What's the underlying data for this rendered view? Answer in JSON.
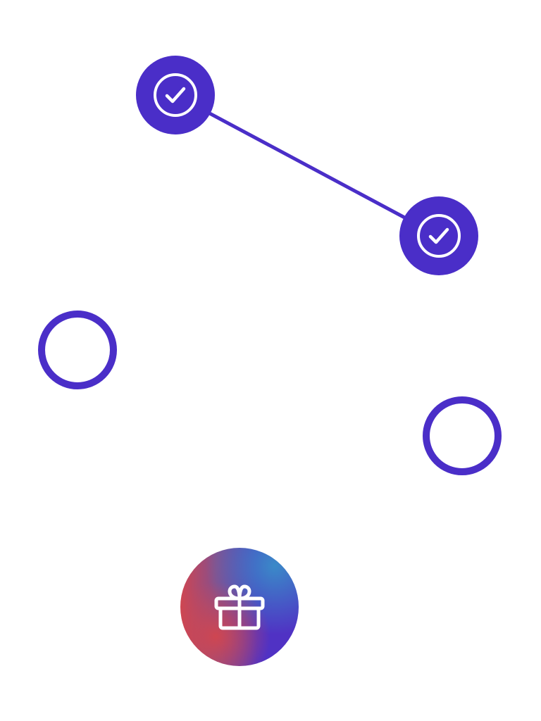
{
  "theme": {
    "accent": "#4a2ec8",
    "white": "#ffffff",
    "reward_gradient": [
      "#cf4651",
      "#5032c4",
      "#3a8ac8"
    ]
  },
  "path": {
    "nodes": [
      {
        "status": "completed",
        "icon": "check-circle-icon"
      },
      {
        "status": "completed",
        "icon": "check-circle-icon"
      },
      {
        "status": "locked",
        "icon": ""
      },
      {
        "status": "locked",
        "icon": ""
      }
    ],
    "reward": {
      "icon": "gift-icon"
    }
  }
}
